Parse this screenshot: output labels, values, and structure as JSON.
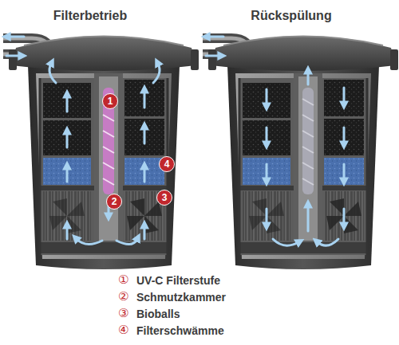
{
  "diagram": {
    "nodes": [
      {
        "text": [
          "1"
        ]
      },
      {
        "text": [
          "4"
        ]
      },
      {
        "text": [
          "2"
        ]
      },
      {
        "text": [
          "3"
        ]
      }
    ],
    "labels": [
      "Filterbetrieb",
      "Rückspülung",
      "①",
      "UV-C Filterstufe",
      "②",
      "Schmutzkammer",
      "③",
      "Bioballs",
      "④",
      "Filterschwämme"
    ]
  }
}
